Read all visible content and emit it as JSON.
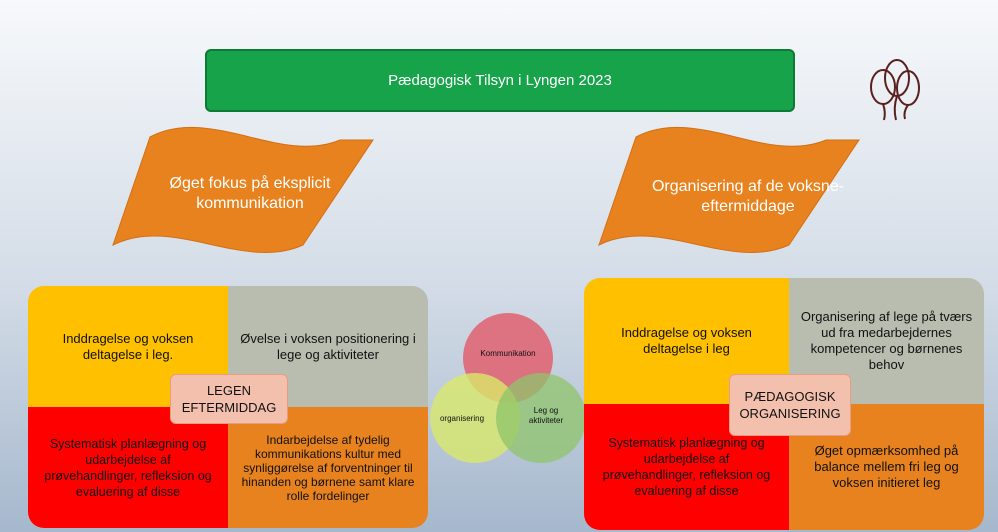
{
  "title": "Pædagogisk Tilsyn i Lyngen 2023",
  "icon": "balloons-icon",
  "banners": {
    "left": "Øget fokus på eksplicit kommunikation",
    "right": "Organisering af de voksne-eftermiddage"
  },
  "left_matrix": {
    "center": "LEGEN EFTERMIDDAG",
    "top_left": "Inddragelse og voksen deltagelse i leg.",
    "top_right": "Øvelse i voksen positionering i lege og aktiviteter",
    "bottom_left": "Systematisk planlægning og udarbejdelse af prøvehandlinger, refleksion og evaluering af disse",
    "bottom_right": "Indarbejdelse af tydelig kommunikations kultur med synliggørelse af forventninger til hinanden og børnene samt klare rolle fordelinger"
  },
  "venn": {
    "top": "Kommunikation",
    "left": "organisering",
    "right": "Leg og aktiviteter"
  },
  "right_matrix": {
    "center": "PÆDAGOGISK ORGANISERING",
    "top_left": "Inddragelse og voksen deltagelse i leg",
    "top_right": "Organisering af lege på tværs ud fra medarbejdernes kompetencer og børnenes behov",
    "bottom_left": "Systematisk planlægning og udarbejdelse af prøvehandlinger, refleksion og evaluering af disse",
    "bottom_right": "Øget opmærksomhed på balance mellem fri leg og voksen initieret leg"
  },
  "colors": {
    "green": "#16a34a",
    "orange": "#e8821e",
    "yellow": "#ffc000",
    "gray": "#b9bdb0",
    "red": "#ff0000",
    "venn_red": "#e0606e",
    "venn_yellow": "#d9e86a",
    "venn_green": "#8fc46b"
  }
}
